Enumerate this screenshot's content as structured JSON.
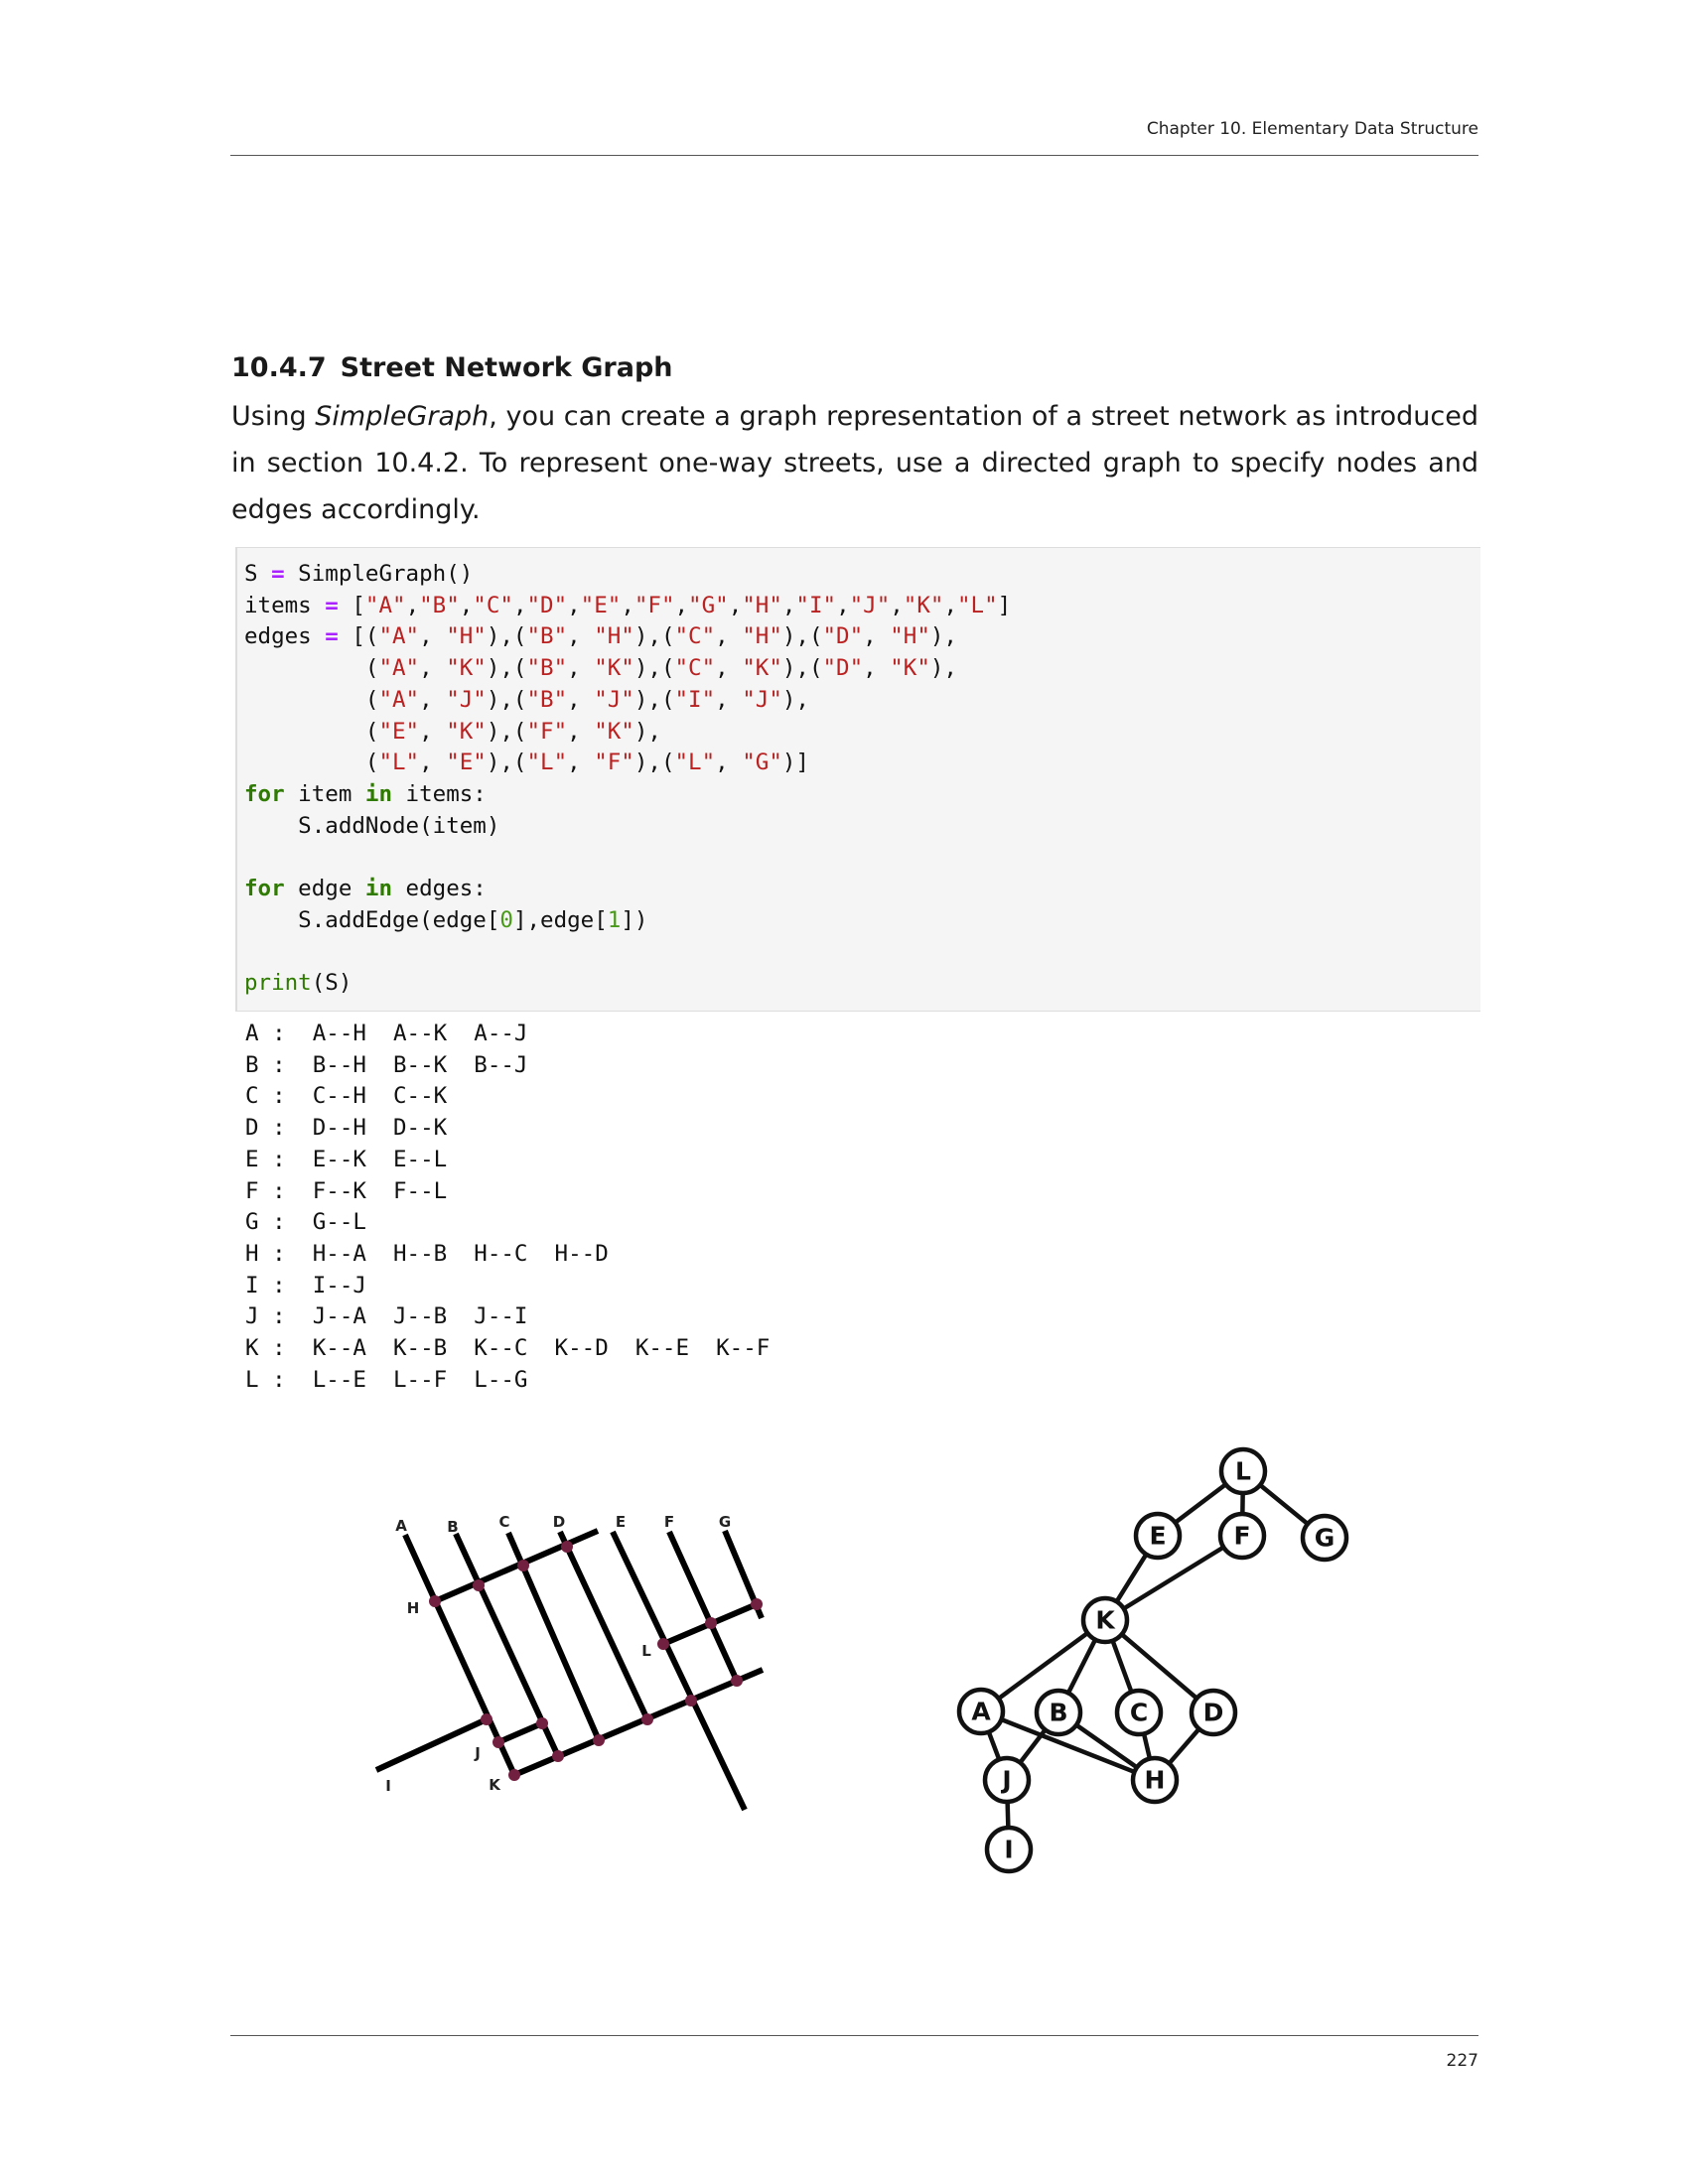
{
  "header": {
    "running_head": "Chapter 10. Elementary Data Structure"
  },
  "section": {
    "number": "10.4.7",
    "title": "Street Network Graph",
    "para_before": "Using ",
    "para_emph": "SimpleGraph",
    "para_after": ", you can create a graph representation of a street network as introduced in section 10.4.2. To represent one-way streets, use a directed graph to specify nodes and edges accordingly."
  },
  "code": {
    "lines": [
      [
        [
          "",
          "S "
        ],
        [
          "op",
          "="
        ],
        [
          "",
          " SimpleGraph()"
        ]
      ],
      [
        [
          "",
          "items "
        ],
        [
          "op",
          "="
        ],
        [
          "",
          " ["
        ],
        [
          "str",
          "\"A\""
        ],
        [
          "",
          ","
        ],
        [
          "str",
          "\"B\""
        ],
        [
          "",
          ","
        ],
        [
          "str",
          "\"C\""
        ],
        [
          "",
          ","
        ],
        [
          "str",
          "\"D\""
        ],
        [
          "",
          ","
        ],
        [
          "str",
          "\"E\""
        ],
        [
          "",
          ","
        ],
        [
          "str",
          "\"F\""
        ],
        [
          "",
          ","
        ],
        [
          "str",
          "\"G\""
        ],
        [
          "",
          ","
        ],
        [
          "str",
          "\"H\""
        ],
        [
          "",
          ","
        ],
        [
          "str",
          "\"I\""
        ],
        [
          "",
          ","
        ],
        [
          "str",
          "\"J\""
        ],
        [
          "",
          ","
        ],
        [
          "str",
          "\"K\""
        ],
        [
          "",
          ","
        ],
        [
          "str",
          "\"L\""
        ],
        [
          "",
          "]"
        ]
      ],
      [
        [
          "",
          "edges "
        ],
        [
          "op",
          "="
        ],
        [
          "",
          " [("
        ],
        [
          "str",
          "\"A\""
        ],
        [
          "",
          ", "
        ],
        [
          "str",
          "\"H\""
        ],
        [
          "",
          "),("
        ],
        [
          "str",
          "\"B\""
        ],
        [
          "",
          ", "
        ],
        [
          "str",
          "\"H\""
        ],
        [
          "",
          "),("
        ],
        [
          "str",
          "\"C\""
        ],
        [
          "",
          ", "
        ],
        [
          "str",
          "\"H\""
        ],
        [
          "",
          "),("
        ],
        [
          "str",
          "\"D\""
        ],
        [
          "",
          ", "
        ],
        [
          "str",
          "\"H\""
        ],
        [
          "",
          "),"
        ]
      ],
      [
        [
          "",
          "         ("
        ],
        [
          "str",
          "\"A\""
        ],
        [
          "",
          ", "
        ],
        [
          "str",
          "\"K\""
        ],
        [
          "",
          "),("
        ],
        [
          "str",
          "\"B\""
        ],
        [
          "",
          ", "
        ],
        [
          "str",
          "\"K\""
        ],
        [
          "",
          "),("
        ],
        [
          "str",
          "\"C\""
        ],
        [
          "",
          ", "
        ],
        [
          "str",
          "\"K\""
        ],
        [
          "",
          "),("
        ],
        [
          "str",
          "\"D\""
        ],
        [
          "",
          ", "
        ],
        [
          "str",
          "\"K\""
        ],
        [
          "",
          "),"
        ]
      ],
      [
        [
          "",
          "         ("
        ],
        [
          "str",
          "\"A\""
        ],
        [
          "",
          ", "
        ],
        [
          "str",
          "\"J\""
        ],
        [
          "",
          "),("
        ],
        [
          "str",
          "\"B\""
        ],
        [
          "",
          ", "
        ],
        [
          "str",
          "\"J\""
        ],
        [
          "",
          "),("
        ],
        [
          "str",
          "\"I\""
        ],
        [
          "",
          ", "
        ],
        [
          "str",
          "\"J\""
        ],
        [
          "",
          "),"
        ]
      ],
      [
        [
          "",
          "         ("
        ],
        [
          "str",
          "\"E\""
        ],
        [
          "",
          ", "
        ],
        [
          "str",
          "\"K\""
        ],
        [
          "",
          "),("
        ],
        [
          "str",
          "\"F\""
        ],
        [
          "",
          ", "
        ],
        [
          "str",
          "\"K\""
        ],
        [
          "",
          "),"
        ]
      ],
      [
        [
          "",
          "         ("
        ],
        [
          "str",
          "\"L\""
        ],
        [
          "",
          ", "
        ],
        [
          "str",
          "\"E\""
        ],
        [
          "",
          "),("
        ],
        [
          "str",
          "\"L\""
        ],
        [
          "",
          ", "
        ],
        [
          "str",
          "\"F\""
        ],
        [
          "",
          "),("
        ],
        [
          "str",
          "\"L\""
        ],
        [
          "",
          ", "
        ],
        [
          "str",
          "\"G\""
        ],
        [
          "",
          ")]"
        ]
      ],
      [
        [
          "kw",
          "for"
        ],
        [
          "",
          " item "
        ],
        [
          "kw",
          "in"
        ],
        [
          "",
          " items:"
        ]
      ],
      [
        [
          "",
          "    S.addNode(item)"
        ]
      ],
      [],
      [
        [
          "kw",
          "for"
        ],
        [
          "",
          " edge "
        ],
        [
          "kw",
          "in"
        ],
        [
          "",
          " edges:"
        ]
      ],
      [
        [
          "",
          "    S.addEdge(edge["
        ],
        [
          "num",
          "0"
        ],
        [
          "",
          "],edge["
        ],
        [
          "num",
          "1"
        ],
        [
          "",
          "])"
        ]
      ],
      [],
      [
        [
          "bi",
          "print"
        ],
        [
          "",
          "(S)"
        ]
      ]
    ]
  },
  "output": {
    "rows": [
      {
        "node": "A",
        "edges": [
          "A--H",
          "A--K",
          "A--J"
        ]
      },
      {
        "node": "B",
        "edges": [
          "B--H",
          "B--K",
          "B--J"
        ]
      },
      {
        "node": "C",
        "edges": [
          "C--H",
          "C--K"
        ]
      },
      {
        "node": "D",
        "edges": [
          "D--H",
          "D--K"
        ]
      },
      {
        "node": "E",
        "edges": [
          "E--K",
          "E--L"
        ]
      },
      {
        "node": "F",
        "edges": [
          "F--K",
          "F--L"
        ]
      },
      {
        "node": "G",
        "edges": [
          "G--L"
        ]
      },
      {
        "node": "H",
        "edges": [
          "H--A",
          "H--B",
          "H--C",
          "H--D"
        ]
      },
      {
        "node": "I",
        "edges": [
          "I--J"
        ]
      },
      {
        "node": "J",
        "edges": [
          "J--A",
          "J--B",
          "J--I"
        ]
      },
      {
        "node": "K",
        "edges": [
          "K--A",
          "K--B",
          "K--C",
          "K--D",
          "K--E",
          "K--F"
        ]
      },
      {
        "node": "L",
        "edges": [
          "L--E",
          "L--F",
          "L--G"
        ]
      }
    ]
  },
  "street_map": {
    "labels": {
      "A": "A",
      "B": "B",
      "C": "C",
      "D": "D",
      "E": "E",
      "F": "F",
      "G": "G",
      "H": "H",
      "I": "I",
      "J": "J",
      "K": "K",
      "L": "L"
    },
    "junction_color": "#722040"
  },
  "graph": {
    "nodes": {
      "A": "A",
      "B": "B",
      "C": "C",
      "D": "D",
      "E": "E",
      "F": "F",
      "G": "G",
      "H": "H",
      "I": "I",
      "J": "J",
      "K": "K",
      "L": "L"
    }
  },
  "footer": {
    "page_number": "227"
  }
}
